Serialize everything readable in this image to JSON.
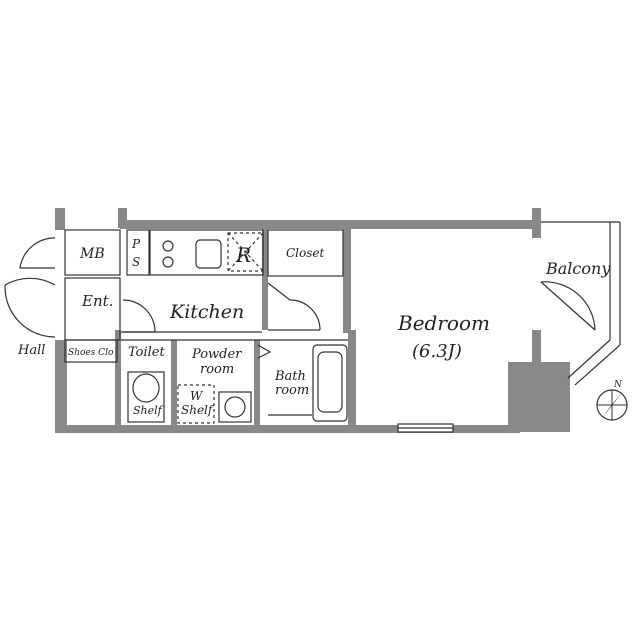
{
  "plan": {
    "colors": {
      "wall": "#888888",
      "line": "#333333",
      "background": "#ffffff"
    },
    "rooms": {
      "mb": "MB",
      "ps_p": "P",
      "ps_s": "S",
      "r": "R",
      "closet": "Closet",
      "balcony": "Balcony",
      "ent": "Ent.",
      "kitchen": "Kitchen",
      "bedroom": "Bedroom",
      "bedroom_size": "(6.3J)",
      "hall": "Hall",
      "shoes": "Shoes Clo",
      "toilet": "Toilet",
      "powder_1": "Powder",
      "powder_2": "room",
      "w": "W",
      "w_shelf": "Shelf",
      "shelf": "Shelf",
      "bath_1": "Bath",
      "bath_2": "room"
    },
    "compass": {
      "north_label": "N",
      "icon": "compass-icon"
    }
  }
}
